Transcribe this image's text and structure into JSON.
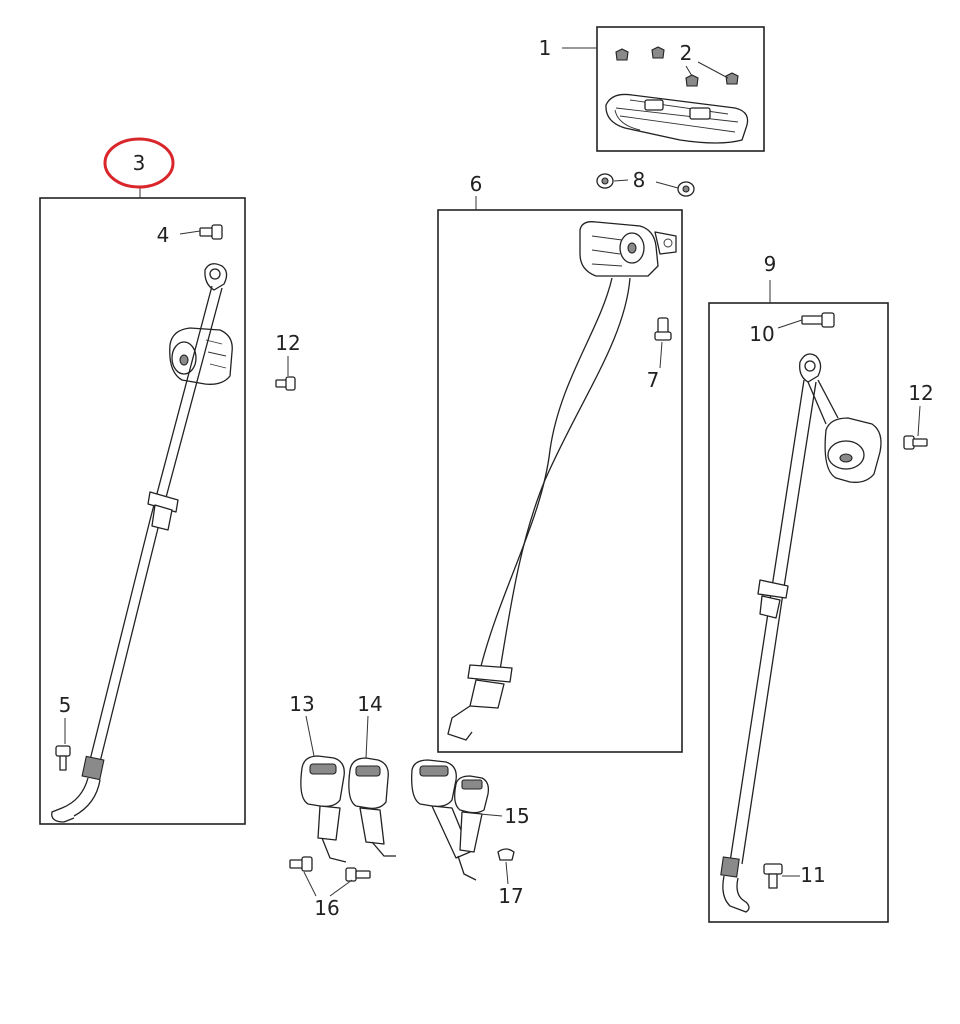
{
  "highlight_color": "#d9262b",
  "ink_color": "#222222",
  "callouts": [
    {
      "id": "1",
      "label": "1"
    },
    {
      "id": "2",
      "label": "2"
    },
    {
      "id": "3",
      "label": "3"
    },
    {
      "id": "4",
      "label": "4"
    },
    {
      "id": "5",
      "label": "5"
    },
    {
      "id": "6",
      "label": "6"
    },
    {
      "id": "7",
      "label": "7"
    },
    {
      "id": "8",
      "label": "8"
    },
    {
      "id": "9",
      "label": "9"
    },
    {
      "id": "10",
      "label": "10"
    },
    {
      "id": "11",
      "label": "11"
    },
    {
      "id": "12a",
      "label": "12"
    },
    {
      "id": "12b",
      "label": "12"
    },
    {
      "id": "13",
      "label": "13"
    },
    {
      "id": "14",
      "label": "14"
    },
    {
      "id": "15",
      "label": "15"
    },
    {
      "id": "16",
      "label": "16"
    },
    {
      "id": "17",
      "label": "17"
    }
  ],
  "highlighted_callout": "3"
}
